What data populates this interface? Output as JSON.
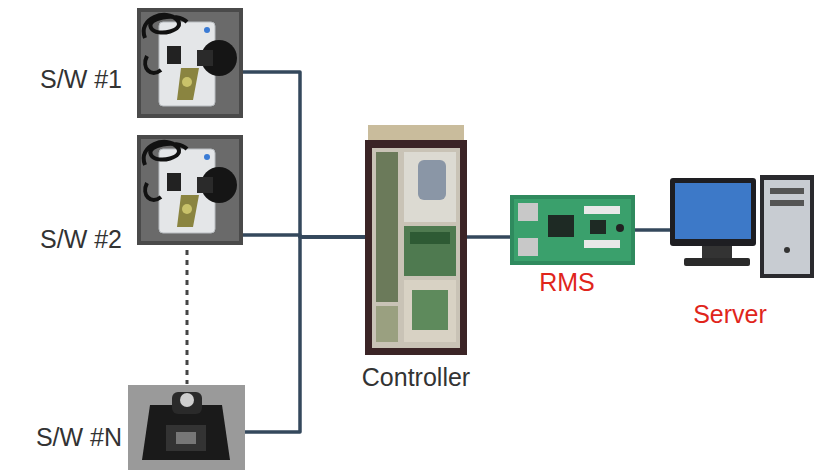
{
  "diagram": {
    "nodes": [
      {
        "text": [
          "S/W #1"
        ]
      },
      {
        "text": [
          "S/W #2"
        ]
      },
      {
        "text": [
          "S/W #N"
        ]
      },
      {
        "text": [
          "Controller"
        ]
      },
      {
        "text": [
          "RMS"
        ]
      },
      {
        "text": [
          "Server"
        ]
      }
    ],
    "edges": [
      {
        "from": 0,
        "to": 3,
        "arrow": "none"
      },
      {
        "from": 1,
        "to": 3,
        "arrow": "none"
      },
      {
        "from": 2,
        "to": 3,
        "arrow": "none"
      },
      {
        "from": 3,
        "to": 4,
        "arrow": "none"
      },
      {
        "from": 4,
        "to": 5,
        "arrow": "none"
      }
    ]
  }
}
